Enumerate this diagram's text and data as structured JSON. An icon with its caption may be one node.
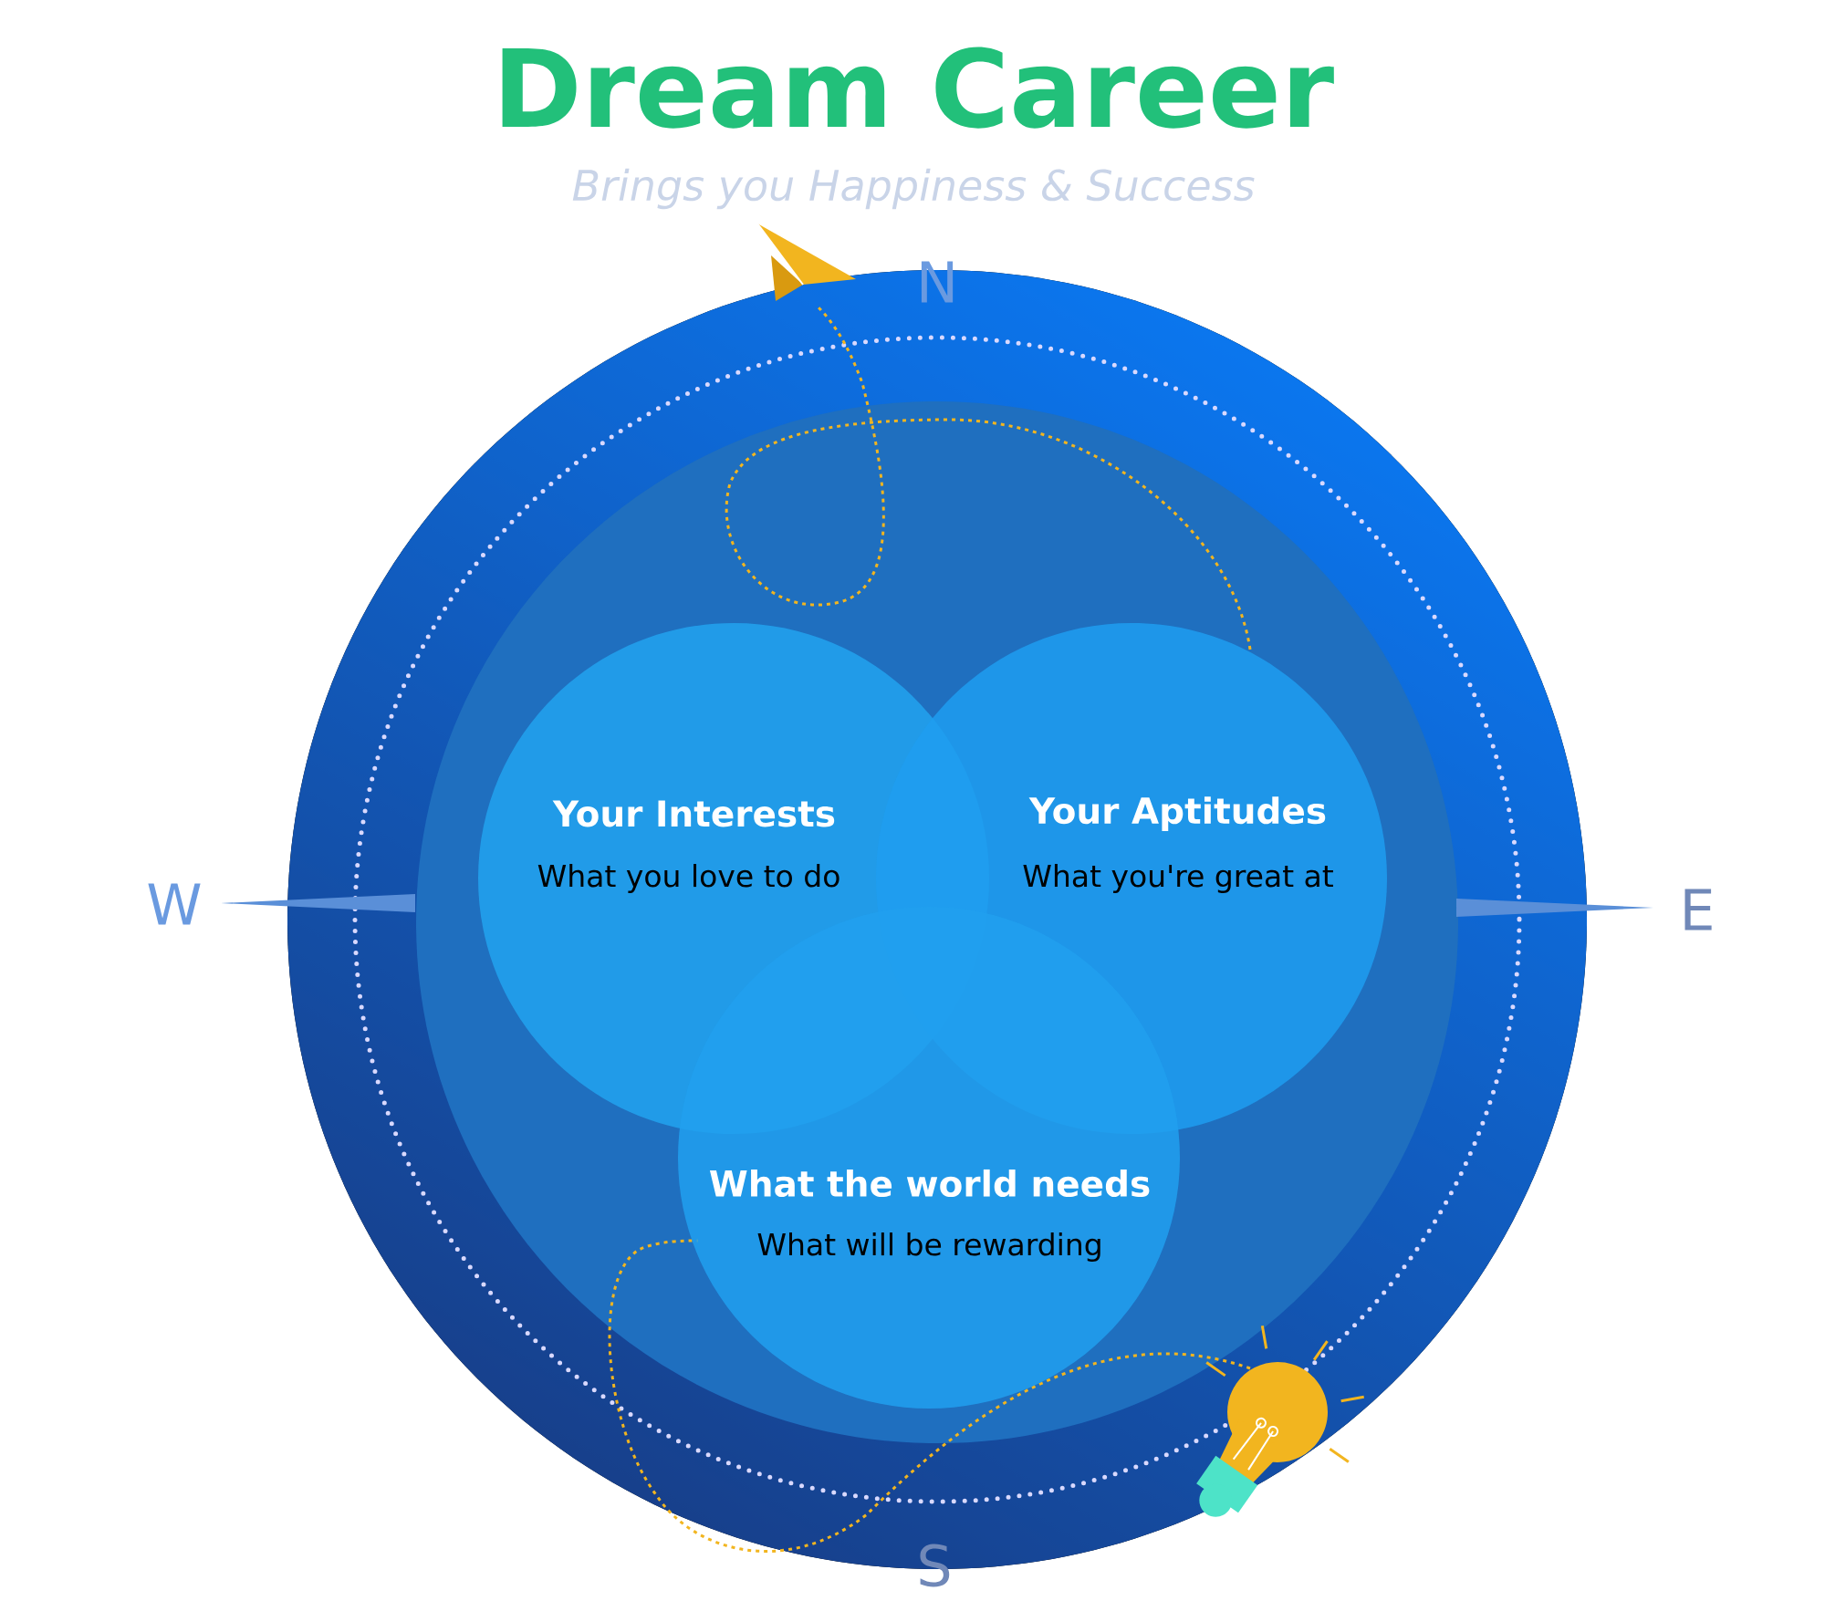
{
  "diagram": {
    "title": "Dream Career",
    "nodes": [
      {
        "text": [
          "Your Interests",
          "What you love to do"
        ]
      },
      {
        "text": [
          "Your Aptitudes",
          "What you're great at"
        ]
      },
      {
        "text": [
          "What the world needs",
          "What will be rewarding"
        ]
      }
    ],
    "labels": [
      "Brings you Happiness & Success",
      "N",
      "W",
      "E",
      "S"
    ]
  }
}
